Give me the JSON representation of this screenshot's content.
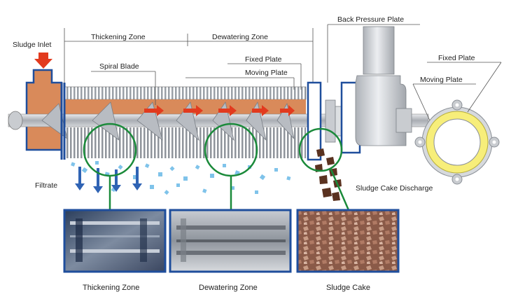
{
  "labels": {
    "sludge_inlet": "Sludge Inlet",
    "thickening_zone": "Thickening Zone",
    "dewatering_zone": "Dewatering Zone",
    "back_pressure_plate": "Back Pressure Plate",
    "fixed_plate": "Fixed Plate",
    "moving_plate": "Moving Plate",
    "spiral_blade": "Spiral Blade",
    "filtrate": "Filtrate",
    "sludge_cake_discharge": "Sludge Cake Discharge",
    "ring_fixed_plate": "Fixed Plate",
    "ring_moving_plate": "Moving Plate"
  },
  "captions": {
    "thickening": "Thickening Zone",
    "dewatering": "Dewatering Zone",
    "sludge_cake": "Sludge Cake"
  },
  "colors": {
    "frame_blue": "#1f4e9c",
    "sludge": "#d98a5a",
    "sludge_dark": "#b86a3c",
    "spiral_gray": "#b8bcc2",
    "arrow_red": "#e23a1e",
    "filtrate_blue": "#7fc3ea",
    "zoom_green": "#1a8a3a",
    "cake_brown": "#5a3220",
    "ring_yellow": "#f7ee7a"
  }
}
